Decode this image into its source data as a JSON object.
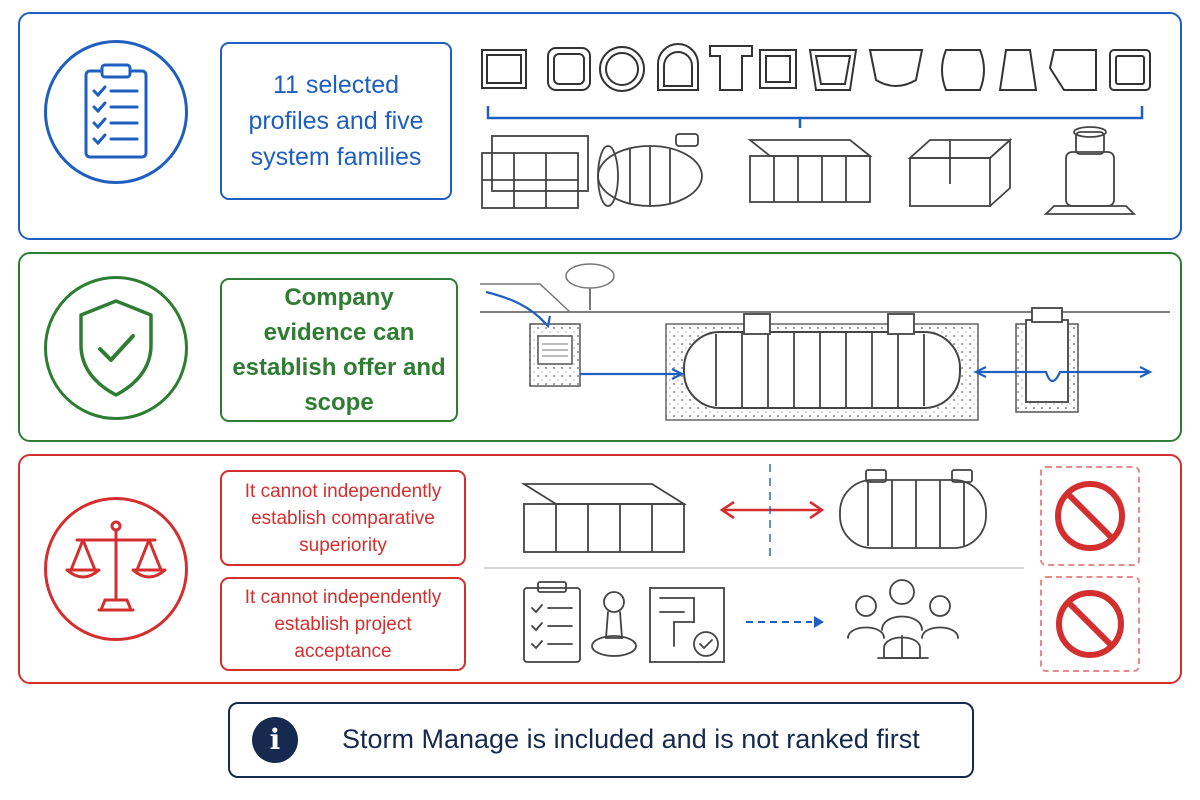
{
  "panels": {
    "profiles": {
      "text": "11 selected profiles and five system families",
      "icon": "clipboard-checklist-icon",
      "color": "#1f5fbf"
    },
    "evidence": {
      "text": "Company evidence can establish offer and scope",
      "icon": "shield-check-icon",
      "color": "#2e7d32"
    },
    "limits": {
      "icon": "scales-of-justice-icon",
      "color": "#d32f2f",
      "items": [
        {
          "text": "It cannot independently establish comparative superiority",
          "status_icon": "prohibited-icon"
        },
        {
          "text": "It cannot independently establish project acceptance",
          "status_icon": "prohibited-icon"
        }
      ]
    }
  },
  "footer": {
    "icon": "info-icon",
    "icon_glyph": "i",
    "text": "Storm Manage is included and is not ranked first",
    "color": "#152a4e"
  }
}
